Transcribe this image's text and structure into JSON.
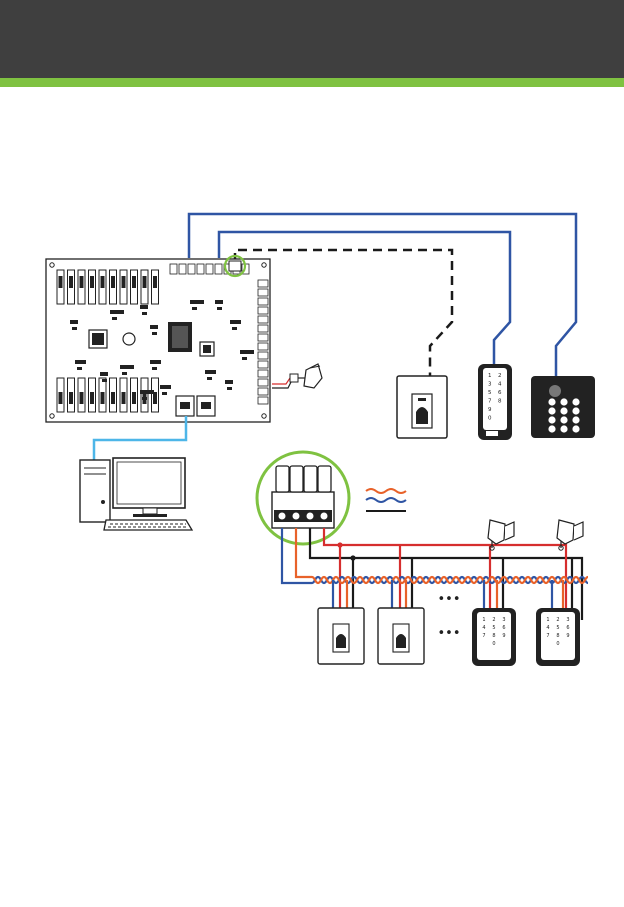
{
  "colors": {
    "header": "#3f3f3f",
    "accent": "#7fc241",
    "wire_blue": "#2f55a4",
    "wire_red": "#d62e2e",
    "wire_orange": "#e8622a",
    "wire_black": "#1a1a1a",
    "connector_ring": "#7fc241",
    "net_cable": "#4db6e8"
  },
  "header": {
    "title": ""
  },
  "page": {
    "heading": ""
  },
  "diagram": {
    "panel": {
      "icon": "access-control-panel"
    },
    "computer": {
      "icon": "desktop-computer"
    },
    "power_adapter": {
      "icon": "power-adapter"
    },
    "devices_top": [
      {
        "name": "fingerprint-reader",
        "icon": "fingerprint-reader-icon"
      },
      {
        "name": "keypad-card-reader",
        "icon": "keypad-reader-icon"
      },
      {
        "name": "square-keypad-reader",
        "icon": "keypad-reader-icon"
      }
    ],
    "devices_bus": [
      {
        "name": "fingerprint-reader-1",
        "icon": "fingerprint-reader-icon"
      },
      {
        "name": "fingerprint-reader-2",
        "icon": "fingerprint-reader-icon"
      },
      {
        "name": "keypad-reader-1",
        "icon": "keypad-reader-icon"
      },
      {
        "name": "keypad-reader-2",
        "icon": "keypad-reader-icon"
      }
    ],
    "keypad_digits": [
      "1",
      "2",
      "3",
      "4",
      "5",
      "6",
      "7",
      "8",
      "9",
      "0"
    ],
    "ellipsis": "•••"
  }
}
